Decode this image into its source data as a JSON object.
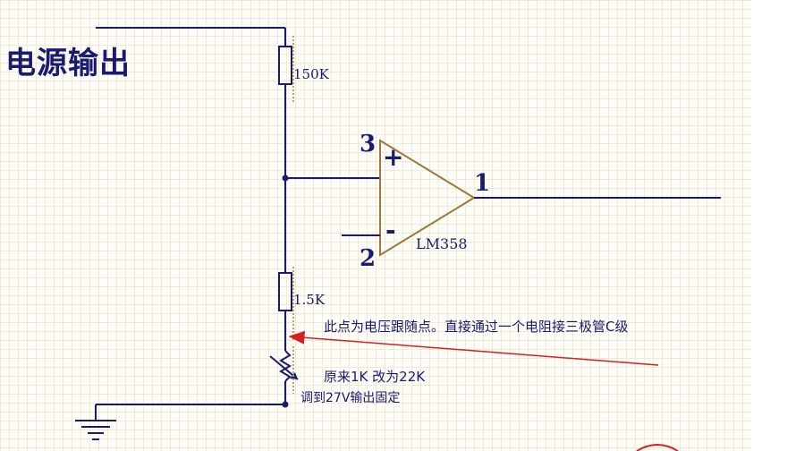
{
  "title": "电源输出",
  "resistors": {
    "r_top": "150K",
    "r_bottom": "1.5K"
  },
  "opamp": {
    "part": "LM358",
    "pin_noninverting": "3",
    "pin_inverting": "2",
    "pin_output": "1",
    "plus_sign": "+",
    "minus_sign": "-"
  },
  "annotations": {
    "follow_point": "此点为电压跟随点。直接通过一个电阻接三极管C级",
    "pot_change": "原来1K 改为22K",
    "adjust": "调到27V输出固定"
  },
  "colors": {
    "wire": "#1a1a6e",
    "arrow": "#d42020",
    "opamp": "#9b7a3a",
    "resistor_hatch": "#c8a060",
    "background": "#fefdf7",
    "grid": "#efe9d8"
  }
}
